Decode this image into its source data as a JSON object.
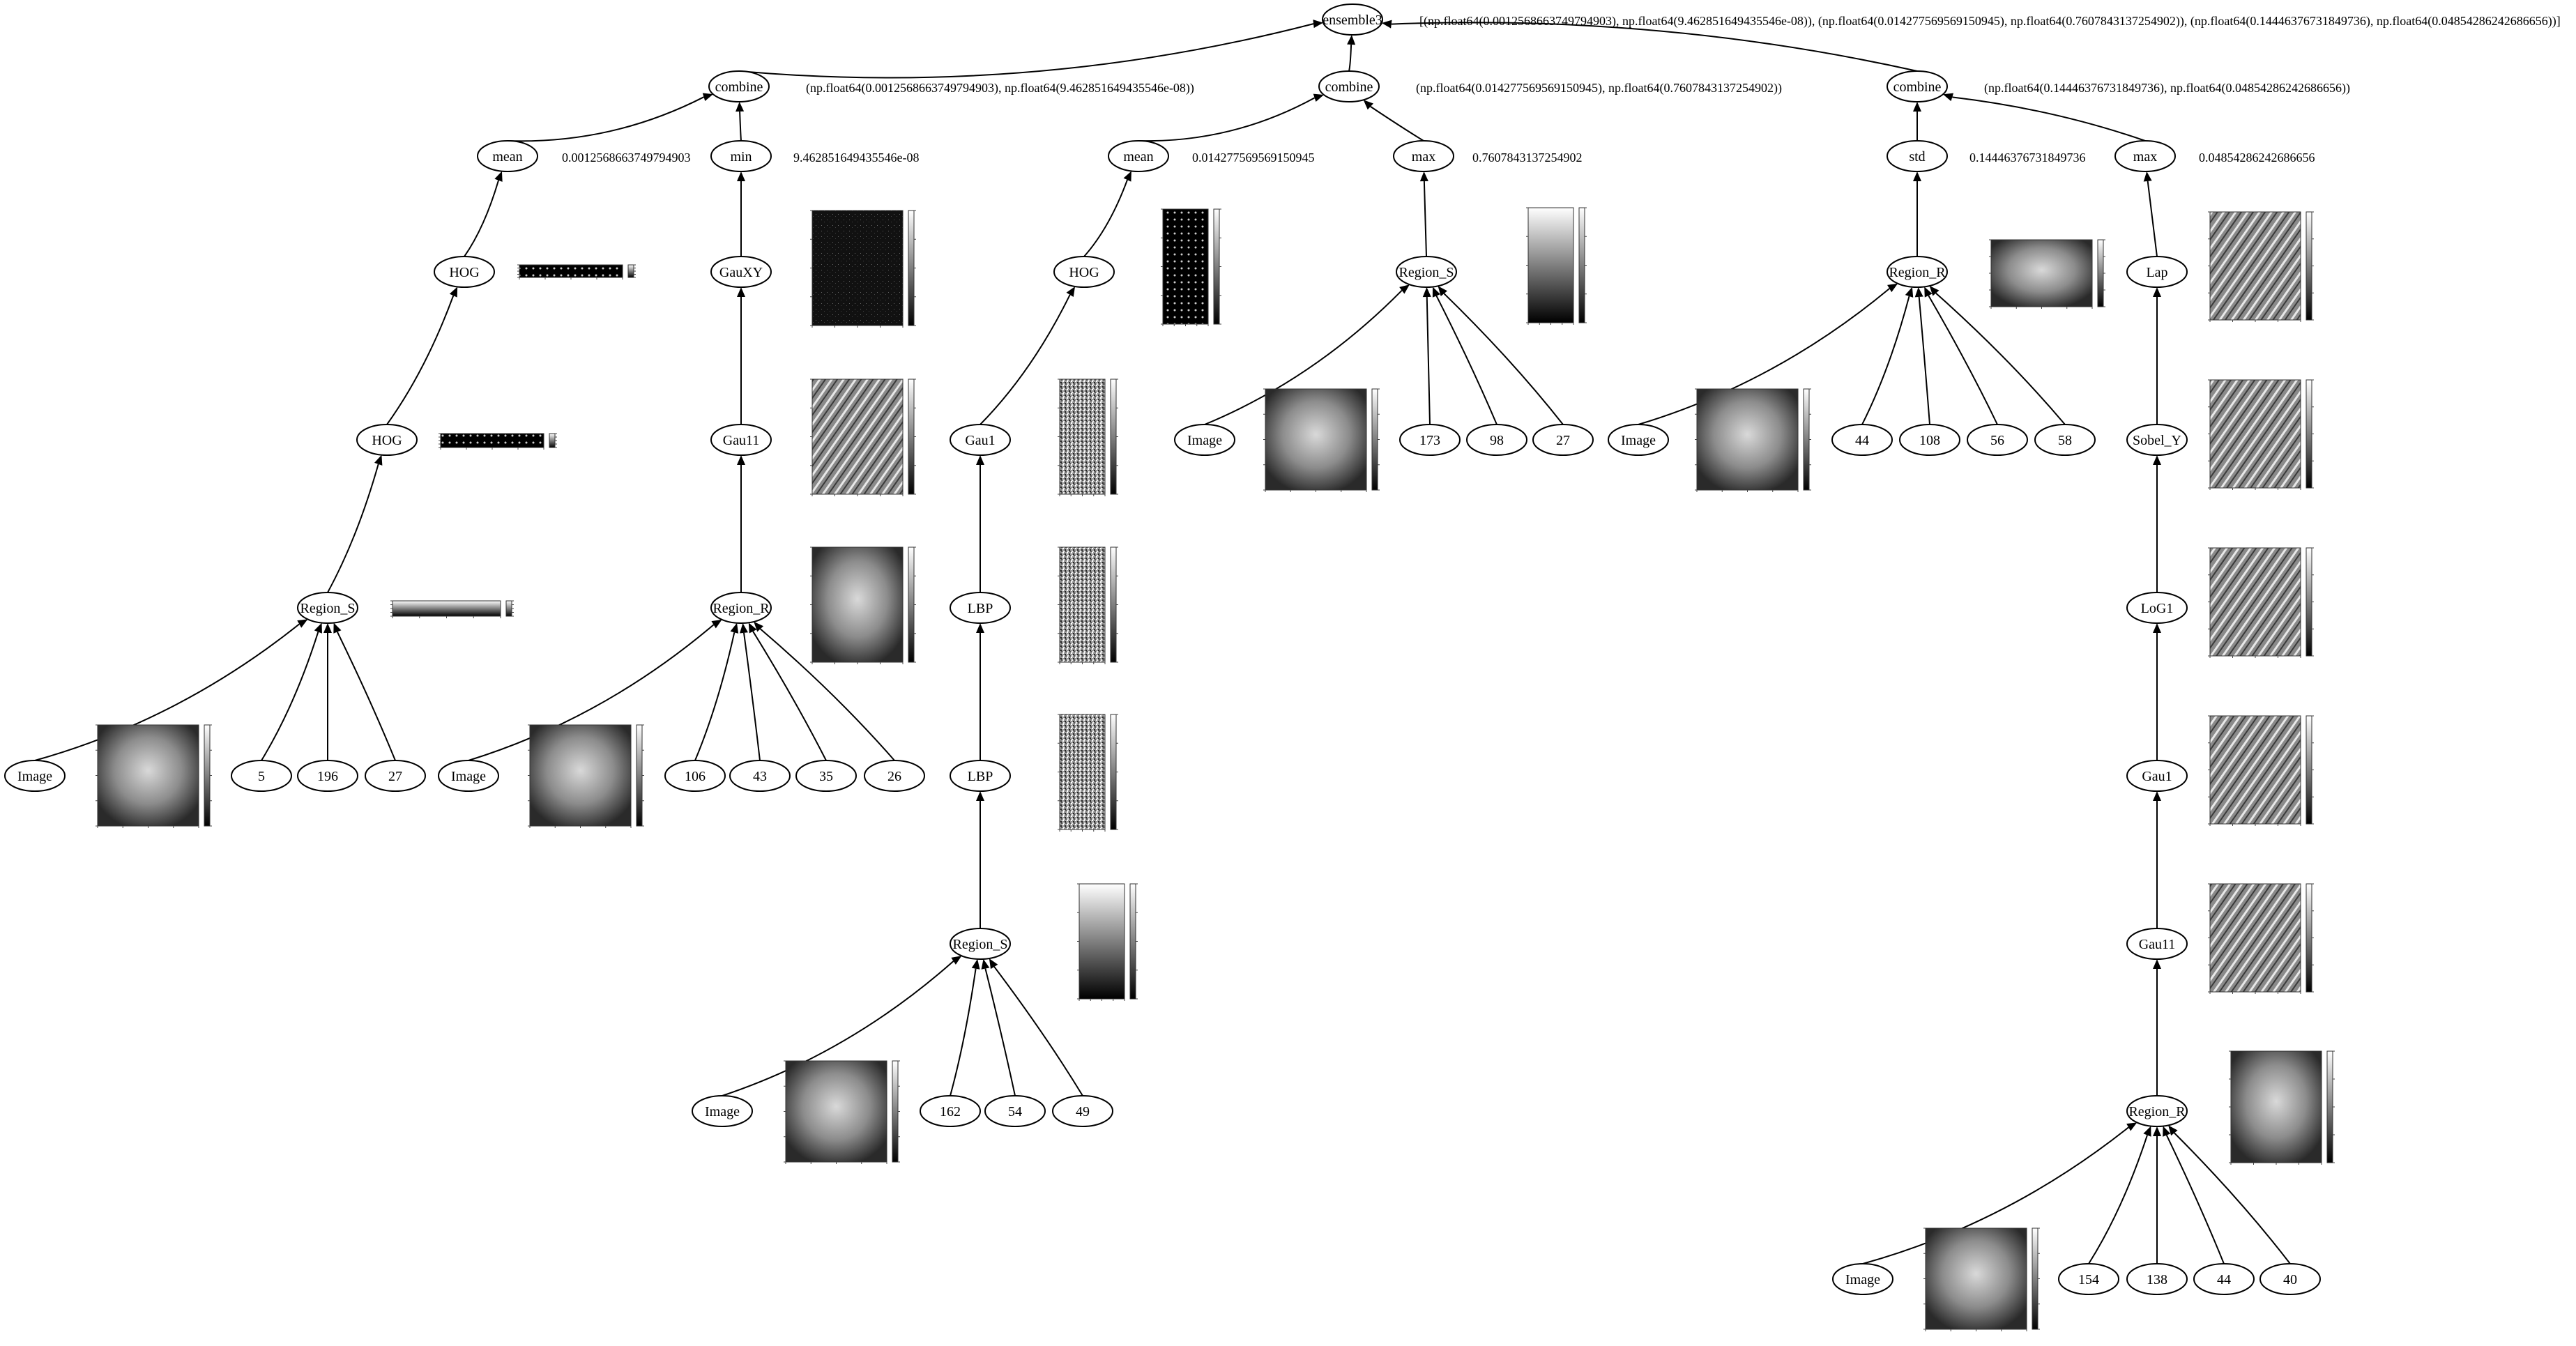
{
  "nodes": {
    "ensemble3": "ensemble3",
    "combine_a": "combine",
    "combine_b": "combine",
    "combine_c": "combine",
    "mean_a": "mean",
    "min_a": "min",
    "mean_b": "mean",
    "max_b": "max",
    "std_c": "std",
    "max_c": "max",
    "hog_a2": "HOG",
    "hog_a1": "HOG",
    "region_s_a": "Region_S",
    "image_a": "Image",
    "n5": "5",
    "n196": "196",
    "n27a": "27",
    "gauxy": "GauXY",
    "gau11_a": "Gau11",
    "region_r_a": "Region_R",
    "image_b": "Image",
    "n106": "106",
    "n43": "43",
    "n35": "35",
    "n26": "26",
    "hog_b": "HOG",
    "gau1_b": "Gau1",
    "lbp_b2": "LBP",
    "lbp_b1": "LBP",
    "region_s_b": "Region_S",
    "image_c": "Image",
    "n162": "162",
    "n54": "54",
    "n49": "49",
    "region_s_c": "Region_S",
    "image_d": "Image",
    "n173": "173",
    "n98": "98",
    "n27b": "27",
    "region_r_c": "Region_R",
    "image_e": "Image",
    "n44a": "44",
    "n108": "108",
    "n56": "56",
    "n58": "58",
    "lap": "Lap",
    "sobel_y": "Sobel_Y",
    "log1": "LoG1",
    "gau1_c": "Gau1",
    "gau11_c": "Gau11",
    "region_r_d": "Region_R",
    "image_f": "Image",
    "n154": "154",
    "n138": "138",
    "n44b": "44",
    "n40": "40"
  },
  "values": {
    "ensemble3": "[(np.float64(0.0012568663749794903), np.float64(9.462851649435546e-08)), (np.float64(0.014277569569150945), np.float64(0.7607843137254902)), (np.float64(0.14446376731849736), np.float64(0.04854286242686656))]",
    "combine_a": "(np.float64(0.0012568663749794903), np.float64(9.462851649435546e-08))",
    "combine_b": "(np.float64(0.014277569569150945), np.float64(0.7607843137254902))",
    "combine_c": "(np.float64(0.14446376731849736), np.float64(0.04854286242686656))",
    "mean_a": "0.0012568663749794903",
    "min_a": "9.462851649435546e-08",
    "mean_b": "0.014277569569150945",
    "max_b": "0.7607843137254902",
    "std_c": "0.14446376731849736",
    "max_c": "0.04854286242686656"
  },
  "colors": {
    "stroke": "#000000",
    "background": "#ffffff"
  }
}
